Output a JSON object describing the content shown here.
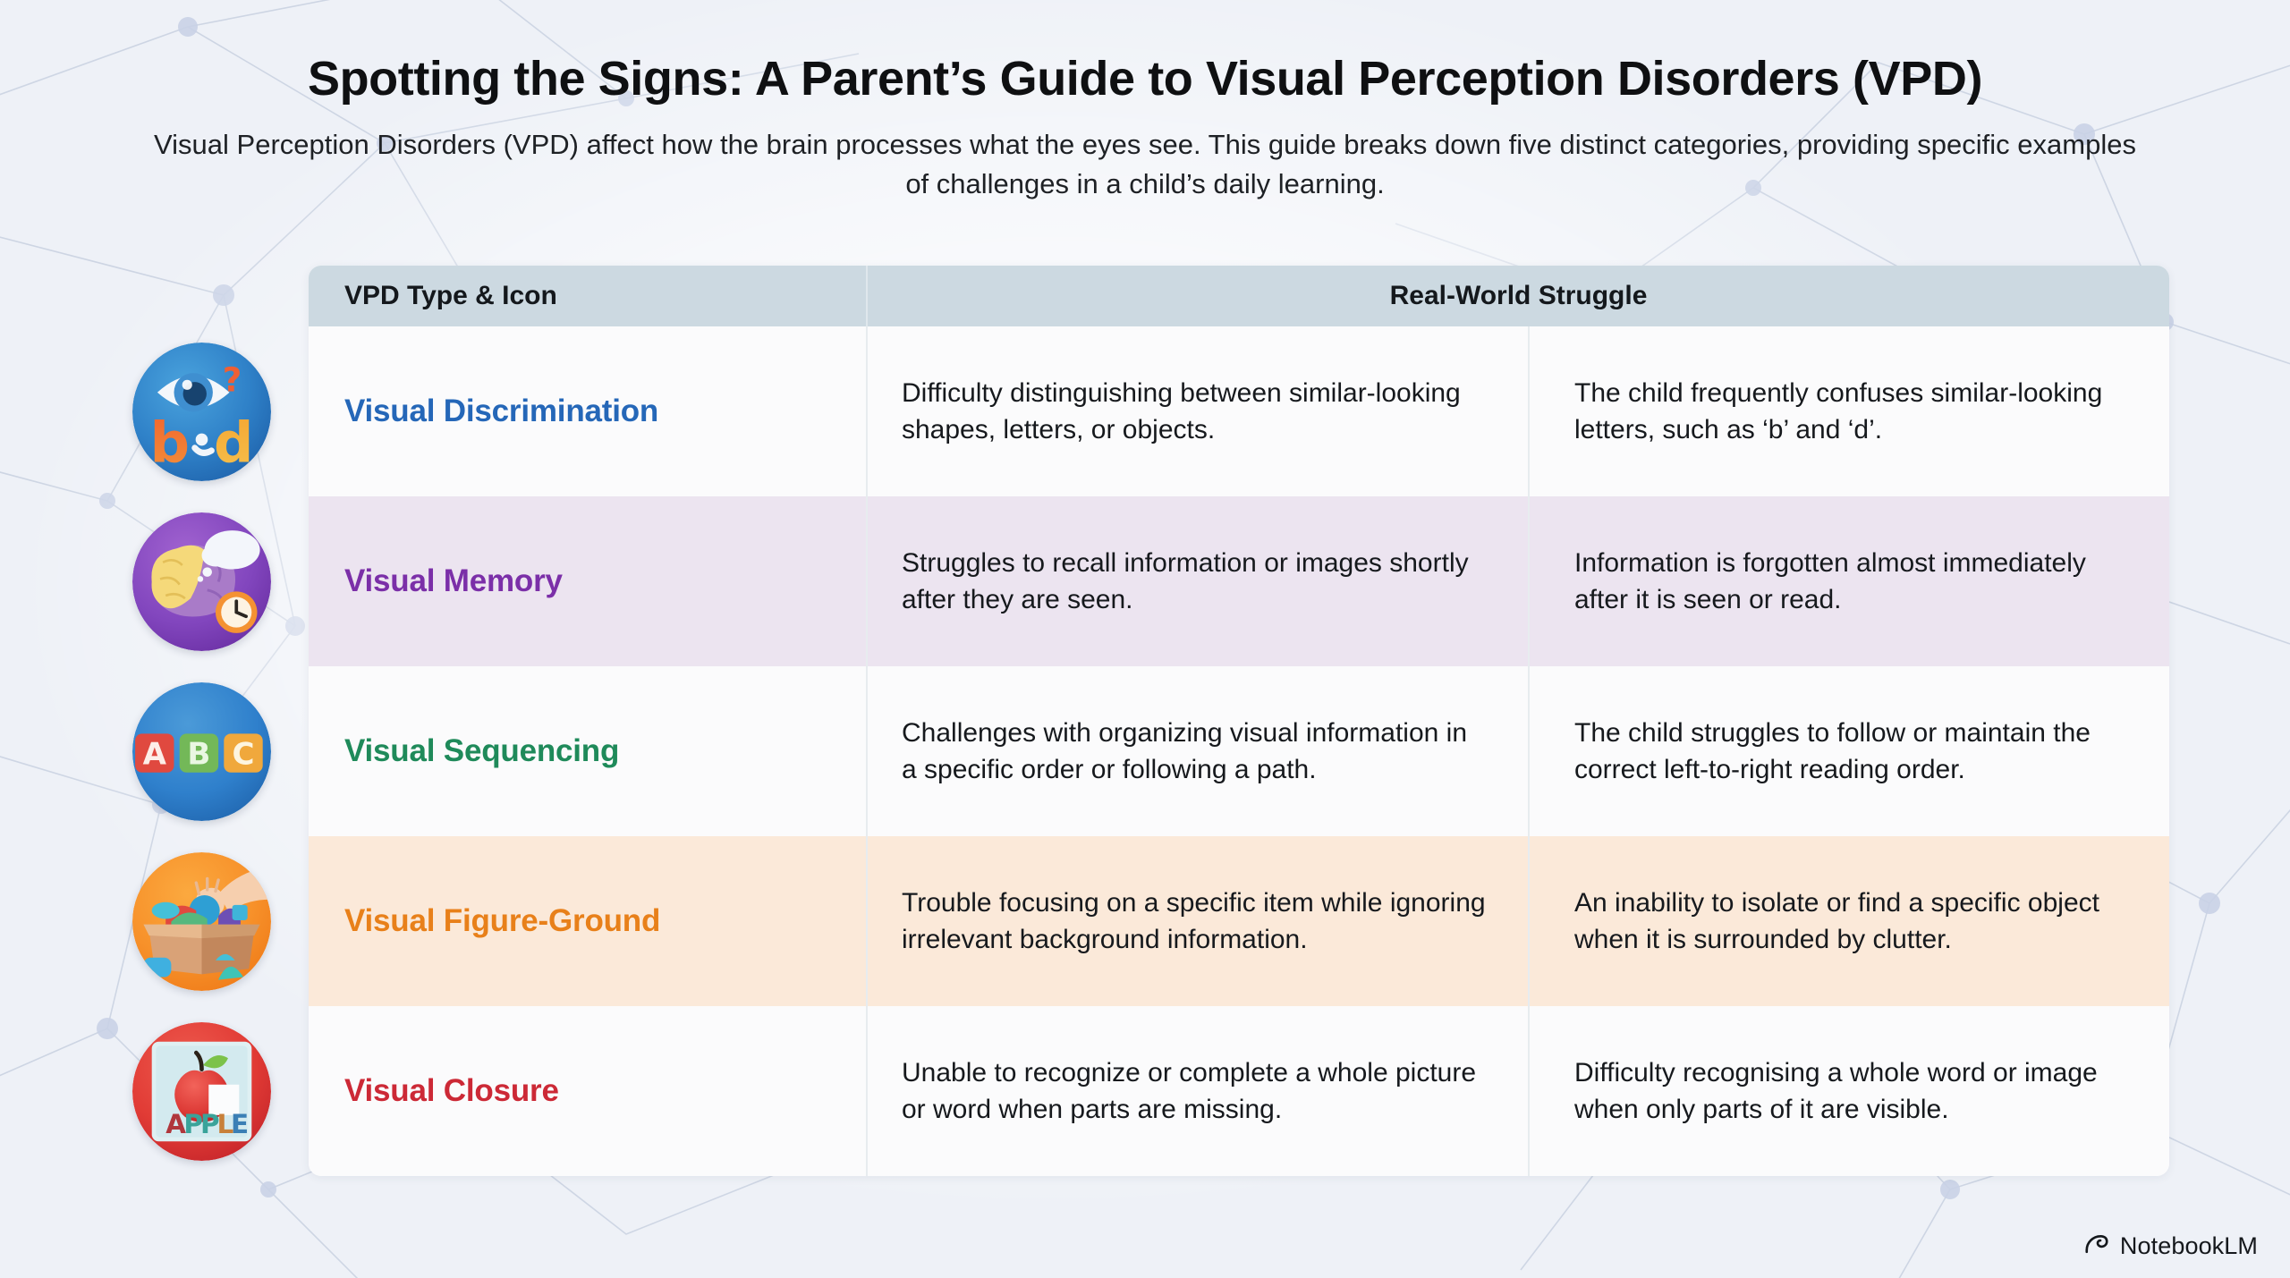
{
  "header": {
    "title": "Spotting the Signs: A Parent’s Guide to Visual Perception Disorders (VPD)",
    "subtitle": "Visual Perception Disorders (VPD) affect how the brain processes what the eyes see. This guide breaks down five distinct categories, providing specific examples of challenges in a child’s daily learning."
  },
  "table": {
    "columns": [
      {
        "label": "VPD Type & Icon"
      },
      {
        "label": "Real-World Struggle"
      }
    ],
    "header_bg": "#ccd9e1",
    "rows": [
      {
        "type": "Visual Discrimination",
        "accent": "#2567b8",
        "row_bg": "#fbfbfc",
        "icon_name": "eye-bd-letters-icon",
        "icon_bg": "#2b7cc4",
        "description": "Difficulty distinguishing between similar-looking shapes, letters, or objects.",
        "example": "The child frequently confuses similar-looking letters, such as ‘b’ and ‘d’."
      },
      {
        "type": "Visual Memory",
        "accent": "#7b2fa8",
        "row_bg": "#ece4f0",
        "icon_name": "brain-thought-clock-icon",
        "icon_bg": "#8a4fc0",
        "description": "Struggles to recall information or images shortly after they are seen.",
        "example": "Information is forgotten almost immediately after it is seen or read."
      },
      {
        "type": "Visual Sequencing",
        "accent": "#1f8a5a",
        "row_bg": "#fbfbfc",
        "icon_name": "abc-blocks-icon",
        "icon_bg": "#3584cc",
        "description": "Challenges with organizing visual information in a specific order or following a path.",
        "example": "The child struggles to follow or maintain the correct left-to-right reading order."
      },
      {
        "type": "Visual Figure-Ground",
        "accent": "#e8801a",
        "row_bg": "#fbe9d9",
        "icon_name": "hand-in-toy-box-icon",
        "icon_bg": "#f79325",
        "description": "Trouble focusing on a specific item while ignoring irrelevant background information.",
        "example": "An inability to isolate or find a specific object when it is surrounded by clutter."
      },
      {
        "type": "Visual Closure",
        "accent": "#cc2936",
        "row_bg": "#fbfbfc",
        "icon_name": "apple-flashcard-icon",
        "icon_bg": "#e03a35",
        "description": "Unable to recognize or complete a whole picture or word when parts are missing.",
        "example": "Difficulty recognising a whole word or image when only parts of it are visible."
      }
    ]
  },
  "icon_glyph_text": {
    "letter_b": "b",
    "letter_d": "d",
    "question_mark": "?",
    "block_a": "A",
    "block_b": "B",
    "block_c": "C",
    "apple_word": "APPLE"
  },
  "watermark": {
    "label": "NotebookLM",
    "icon_name": "notebooklm-spiral-icon"
  },
  "theme": {
    "page_bg": "#eef1f7",
    "network_line": "#c3ccdd",
    "network_node": "#c9d1e6",
    "divider": "#e7ecef"
  }
}
